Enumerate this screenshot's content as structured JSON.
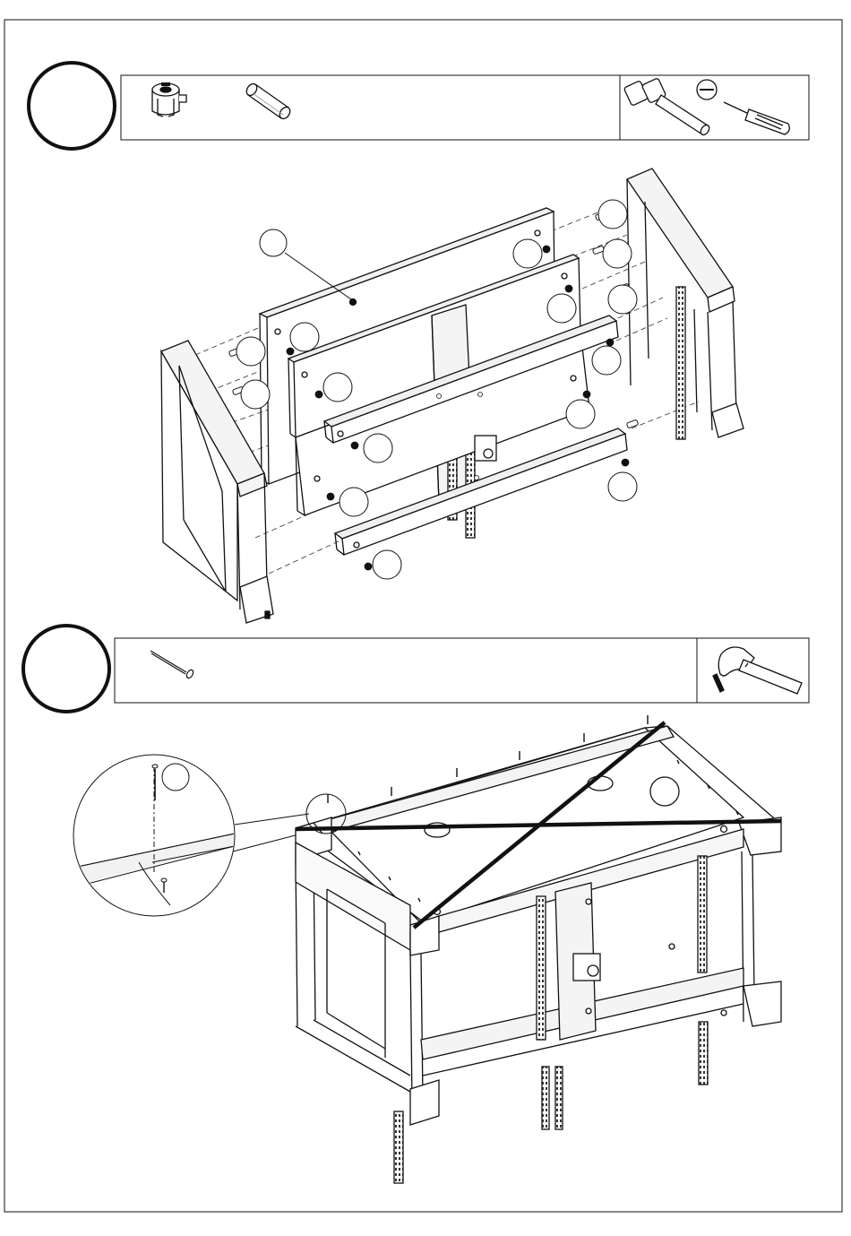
{
  "document": {
    "type": "assembly-instructions",
    "steps": [
      {
        "name": "step-a",
        "hardware": [
          "cam-lock-icon",
          "wooden-dowel-icon"
        ],
        "tools": [
          "socket-wrench-icon",
          "flathead-screwdriver-icon"
        ],
        "callouts": 15
      },
      {
        "name": "step-b",
        "hardware": [
          "nail-icon"
        ],
        "tools": [
          "hammer-icon"
        ],
        "callouts": 3,
        "detail_view": "nail-detail-magnifier"
      }
    ],
    "colors": {
      "line": "#111111",
      "paper": "#ffffff",
      "hardware_fill": "#1a1a1a",
      "light_fill": "#f4f4f4"
    }
  }
}
